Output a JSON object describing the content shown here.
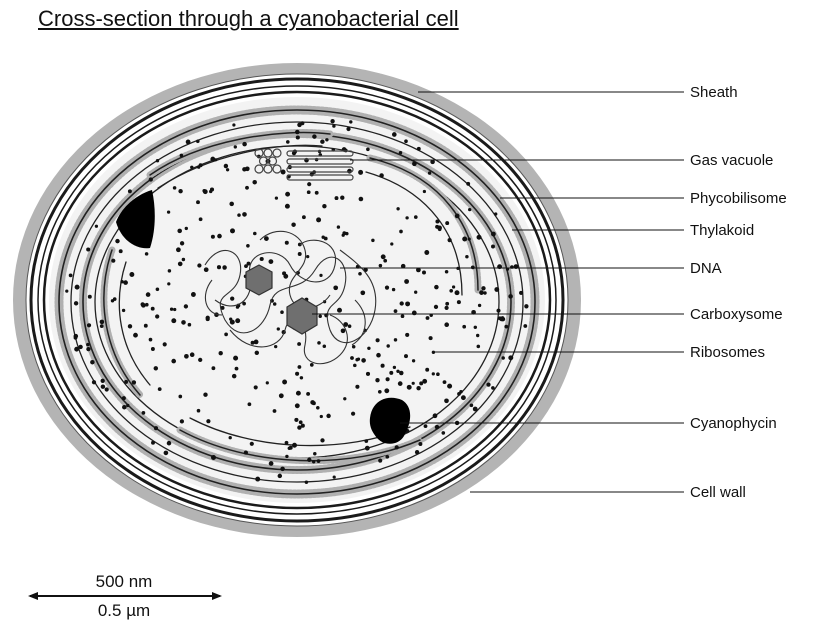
{
  "title": "Cross-section through a cyanobacterial cell",
  "labels": [
    "Sheath",
    "Gas vacuole",
    "Phycobilisome",
    "Thylakoid",
    "DNA",
    "Carboxysome",
    "Ribosomes",
    "Cyanophycin",
    "Cell wall"
  ],
  "scale_bar": {
    "top_label": "500 nm",
    "bottom_label": "0.5 µm"
  },
  "colors": {
    "sheath": "#b4b4b4",
    "cell_interior": "#f3f3f3",
    "membrane": "#222222",
    "phycobilisome_band": "#b0b0b0",
    "carboxysome": "#6f6f6f",
    "granule": "#000000"
  }
}
